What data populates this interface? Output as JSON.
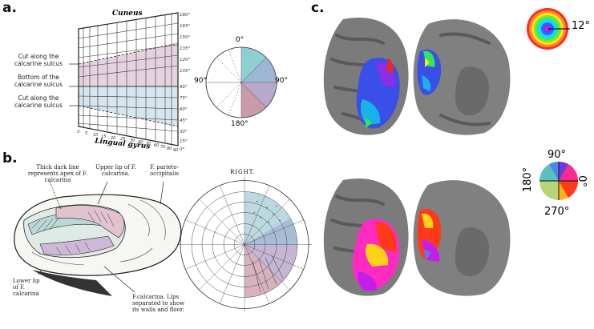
{
  "panels": {
    "a": {
      "letter": "a.",
      "top_label": "Cuneus",
      "bottom_label": "Lingual gyrus",
      "left_labels": [
        "Cut along the calcarine sulcus",
        "Bottom of the calcarine sulcus",
        "Cut along the calcarine sulcus"
      ],
      "right_ticks": [
        "180°",
        "165°",
        "150°",
        "135°",
        "120°",
        "105°",
        "90°",
        "75°",
        "60°",
        "45°",
        "30°",
        "15°",
        "0°"
      ],
      "bottom_ticks": [
        "3",
        "5",
        "10",
        "15",
        "20",
        "25",
        "30",
        "40",
        "50",
        "60",
        "70",
        "80",
        "90"
      ],
      "pie_labels": {
        "top": "0°",
        "left": "90°",
        "right": "90°",
        "bottom": "180°"
      },
      "colors": {
        "upper_field": "#e4d2e0",
        "lower_field": "#d7e6ee",
        "pie_cyan": "#8ecfd4",
        "pie_blue": "#9db6d4",
        "pie_purple": "#b7a8cc",
        "pie_pink": "#c99aaa"
      }
    },
    "b": {
      "letter": "b.",
      "labels": {
        "thick_line": "Thick dark line represents apex of F. calcarina",
        "upper_lip": "Upper lip of F. calcarina.",
        "parieto": "F. parieto-occipitalis",
        "lower_lip": "Lower lip of F. calcarina",
        "calcarina": "F.calcarina. Lips separated to show its walls and floor."
      },
      "perimetry_title": "RIGHT."
    },
    "c": {
      "letter": "c.",
      "eccentricity_label": "12°",
      "polar_labels": {
        "top": "90°",
        "left": "180°",
        "right": "0°",
        "bottom": "270°"
      }
    }
  }
}
